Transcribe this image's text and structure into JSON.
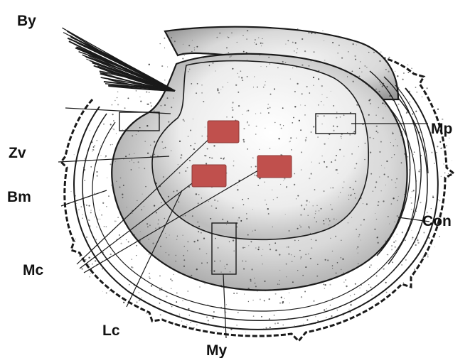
{
  "labels": {
    "by": "By",
    "zv": "Zv",
    "bm": "Bm",
    "mc": "Mc",
    "lc": "Lc",
    "my": "My",
    "mp": "Mp",
    "con": "Con"
  },
  "colors": {
    "ink": "#1a1a1a",
    "marker_fill": "#c0504d",
    "marker_stroke": "#8c3a38",
    "stipple": "#2a2a2a"
  }
}
